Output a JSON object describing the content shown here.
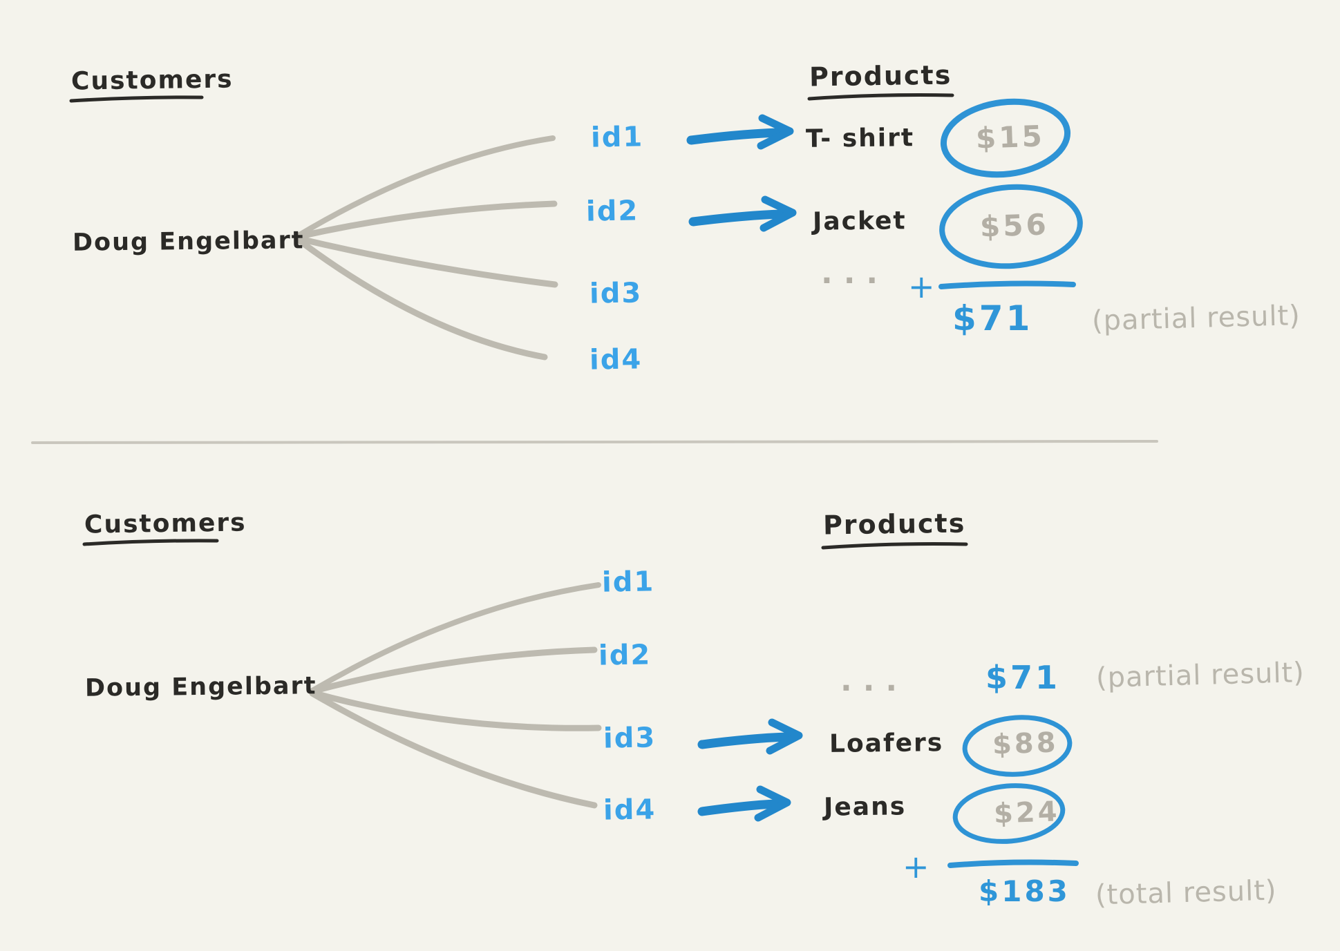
{
  "colors": {
    "background": "#f4f3ec",
    "ink_black": "#2b2a27",
    "gray_stroke": "#bdbab0",
    "gray_text": "#b3afa5",
    "blue_text": "#3ba3e8",
    "blue_stroke": "#2287cb",
    "circle_blue": "#2e93d5",
    "divider_gray": "#c9c6bd"
  },
  "panel_top": {
    "customers_heading": "Customers",
    "products_heading": "Products",
    "customer_name": "Doug Engelbart",
    "ids": [
      {
        "label": "id1"
      },
      {
        "label": "id2"
      },
      {
        "label": "id3"
      },
      {
        "label": "id4"
      }
    ],
    "rows": [
      {
        "product": "T- shirt",
        "price": "$15"
      },
      {
        "product": "Jacket",
        "price": "$56"
      }
    ],
    "ellipsis": "...",
    "plus": "+",
    "partial_sum": "$71",
    "partial_note": "(partial result)"
  },
  "panel_bottom": {
    "customers_heading": "Customers",
    "products_heading": "Products",
    "customer_name": "Doug Engelbart",
    "ids": [
      {
        "label": "id1"
      },
      {
        "label": "id2"
      },
      {
        "label": "id3"
      },
      {
        "label": "id4"
      }
    ],
    "ellipsis": "...",
    "carried_sum": "$71",
    "partial_note": "(partial result)",
    "rows": [
      {
        "product": "Loafers",
        "price": "$88"
      },
      {
        "product": "Jeans",
        "price": "$24"
      }
    ],
    "plus": "+",
    "total_sum": "$183",
    "total_note": "(total result)"
  }
}
